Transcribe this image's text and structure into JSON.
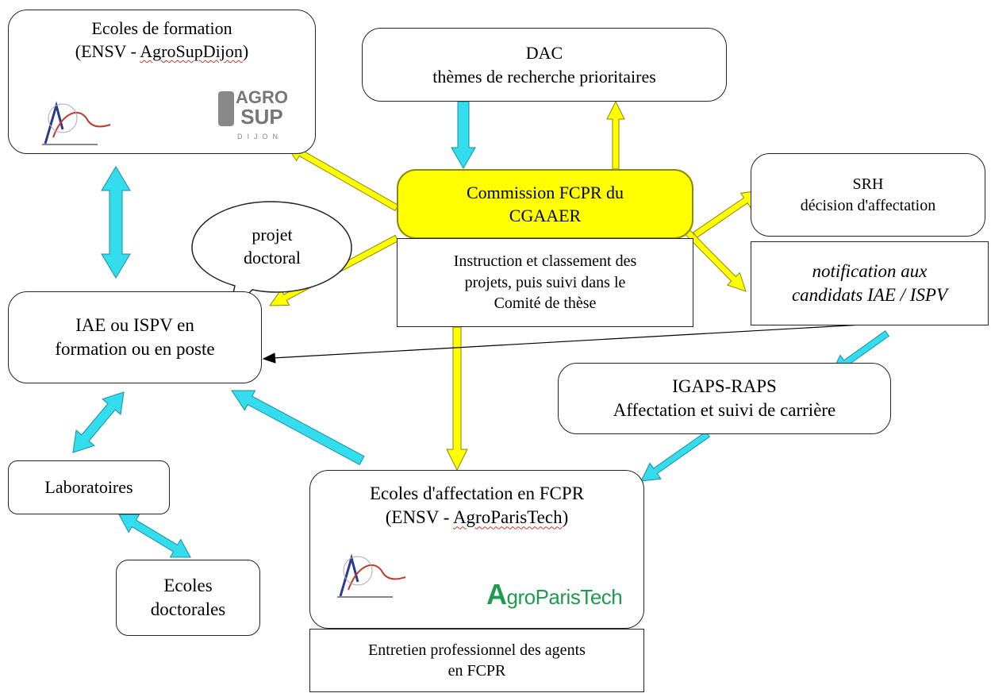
{
  "colors": {
    "yellow": "#ffff00",
    "yellow_stroke": "#8a8a00",
    "cyan": "#33ddee",
    "cyan_stroke": "#1a8fa0",
    "border": "#222222",
    "agroparistech_green": "#1f9a4f"
  },
  "nodes": {
    "ecoles_formation": {
      "line1": "Ecoles de formation",
      "line2_pre": "(ENSV - ",
      "line2_wavy": "AgroSupDijon",
      "line2_post": ")"
    },
    "agrosup_logo": {
      "line1": "AGRO",
      "line2": "SUP",
      "line3": "DIJON"
    },
    "dac": {
      "line1": "DAC",
      "line2": "thèmes de recherche prioritaires"
    },
    "commission": {
      "line1": "Commission FCPR du",
      "line2": "CGAAER"
    },
    "instruction": {
      "line1": "Instruction et classement des",
      "line2": "projets, puis suivi dans le",
      "line3": "Comité de thèse"
    },
    "srh": {
      "line1": "SRH",
      "line2": "décision d'affectation"
    },
    "notification": {
      "line1": "notification aux",
      "line2": "candidats IAE / ISPV"
    },
    "projet_doctoral": {
      "line1": "projet",
      "line2": "doctoral"
    },
    "iae_ispv": {
      "line1": "IAE ou ISPV en",
      "line2": "formation ou en poste"
    },
    "igaps": {
      "line1": "IGAPS-RAPS",
      "line2": "Affectation et suivi de carrière"
    },
    "laboratoires": {
      "label": "Laboratoires"
    },
    "ecoles_doctorales": {
      "line1": "Ecoles",
      "line2": "doctorales"
    },
    "ecoles_affectation": {
      "line1": "Ecoles d'affectation en FCPR",
      "line2_pre": "(ENSV - ",
      "line2_wavy": "AgroParisTech",
      "line2_post": ")"
    },
    "agroparistech_logo": {
      "first": "A",
      "rest": "groParisTech"
    },
    "entretien": {
      "line1": "Entretien professionnel des agents",
      "line2": "en FCPR"
    }
  }
}
